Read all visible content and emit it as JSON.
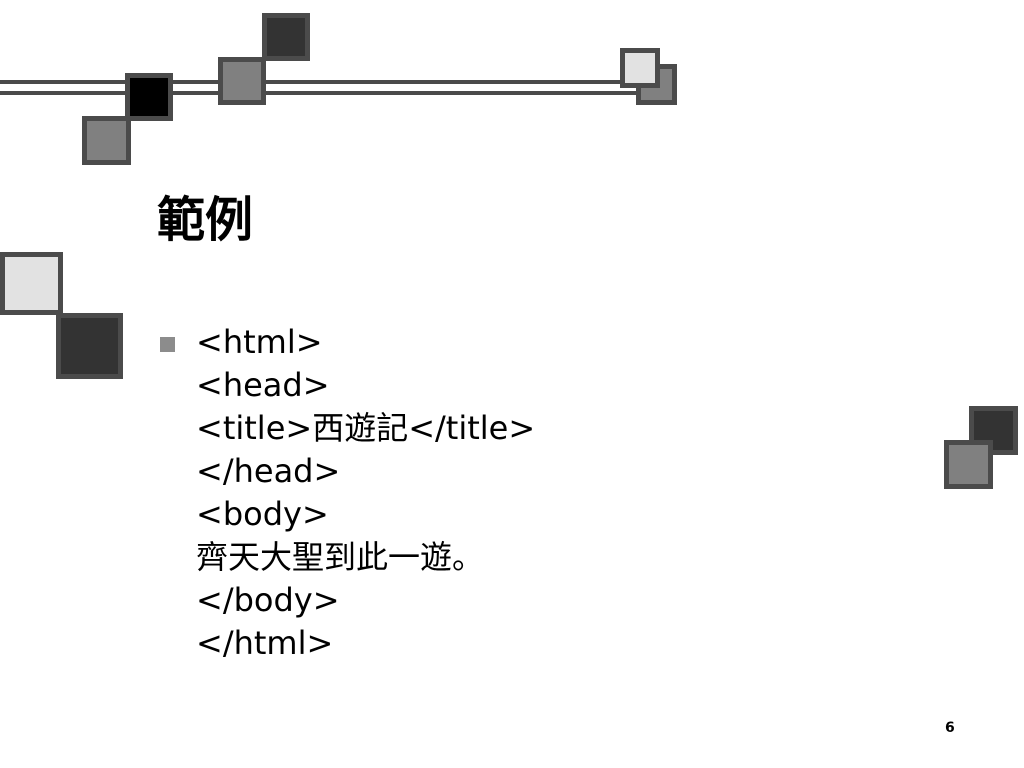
{
  "slide": {
    "title": "範例",
    "code_lines": [
      "<html>",
      "<head>",
      "<title>西遊記</title>",
      "</head>",
      "<body>",
      "齊天大聖到此一遊。",
      "</body>",
      "</html>"
    ],
    "page_number": "6"
  },
  "colors": {
    "square_black": "#000000",
    "square_dark": "#333333",
    "square_mid": "#808080",
    "square_light": "#e2e2e2",
    "square_border": "#4b4b4b",
    "bullet": "#8c8c8c"
  }
}
